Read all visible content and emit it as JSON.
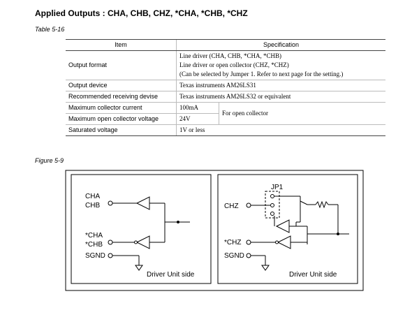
{
  "heading": "Applied Outputs : CHA, CHB, CHZ, *CHA, *CHB, *CHZ",
  "table_caption": "Table 5-16",
  "table": {
    "col_item": "Item",
    "col_spec": "Specification",
    "rows": [
      {
        "item": "Output format",
        "spec_lines": [
          "Line driver (CHA, CHB, *CHA, *CHB)",
          "Line driver or open collector (CHZ, *CHZ)",
          "(Can be selected by Jumper 1.  Refer to next page for the setting.)"
        ]
      },
      {
        "item": "Output device",
        "spec": "Texas instruments AM26LS31"
      },
      {
        "item": "Recommended receiving devise",
        "spec": "Texas instruments AM26LS32 or equivalent"
      },
      {
        "item": "Maximum collector current",
        "spec": "100mA",
        "note": "For open collector"
      },
      {
        "item": "Maximum open collector voltage",
        "spec": "24V"
      },
      {
        "item": "Saturated voltage",
        "spec": "1V or less"
      }
    ]
  },
  "figure_caption": "Figure 5-9",
  "diagram_left": {
    "label_cha": "CHA",
    "label_chb": "CHB",
    "label_ncha": "*CHA",
    "label_nchb": "*CHB",
    "label_sgnd": "SGND",
    "footer": "Driver Unit side"
  },
  "diagram_right": {
    "label_jp1": "JP1",
    "label_chz": "CHZ",
    "label_nchz": "*CHZ",
    "label_sgnd": "SGND",
    "footer": "Driver Unit side"
  }
}
